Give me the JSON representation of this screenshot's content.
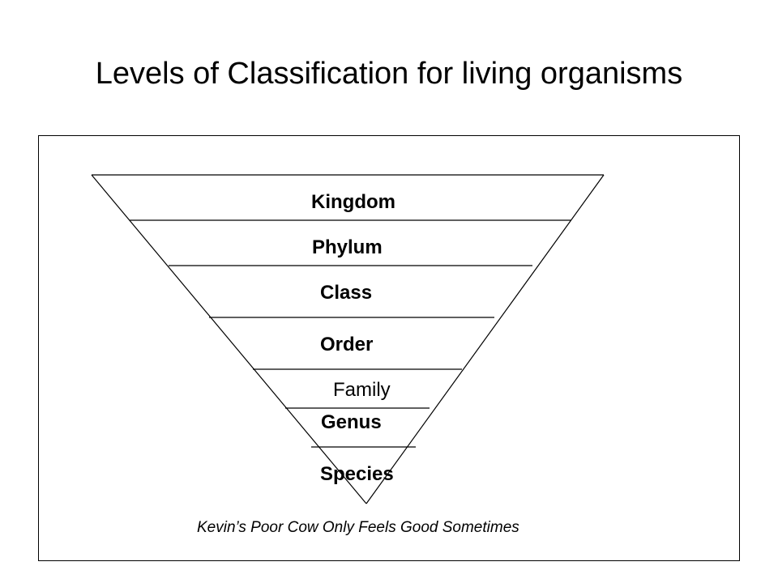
{
  "title": "Levels of Classification for living organisms",
  "levels": [
    {
      "name": "Kingdom"
    },
    {
      "name": "Phylum"
    },
    {
      "name": "Class"
    },
    {
      "name": "Order"
    },
    {
      "name": "Family"
    },
    {
      "name": "Genus"
    },
    {
      "name": "Species"
    }
  ],
  "mnemonic": "Kevin’s Poor Cow Only Feels Good Sometimes"
}
